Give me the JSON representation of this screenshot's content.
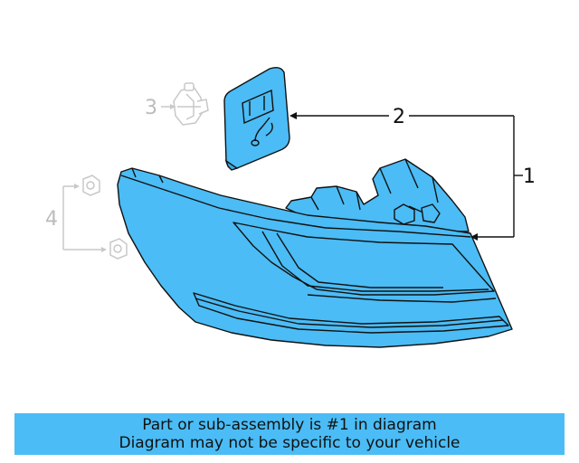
{
  "callouts": {
    "c1": "1",
    "c2": "2",
    "c3": "3",
    "c4": "4"
  },
  "banner": {
    "line1": "Part or sub-assembly is #1 in diagram",
    "line2": "Diagram may not be specific to your vehicle"
  },
  "colors": {
    "highlight": "#4bbcf5",
    "outline": "#111111",
    "ghost": "#c8c8c8",
    "ghost_text": "#bcbcbc"
  },
  "icons": {
    "tail_lamp": "tail-lamp-assembly",
    "access_cover": "access-cover",
    "bulb_socket": "bulb-socket",
    "mounting_nut": "mounting-nut"
  }
}
